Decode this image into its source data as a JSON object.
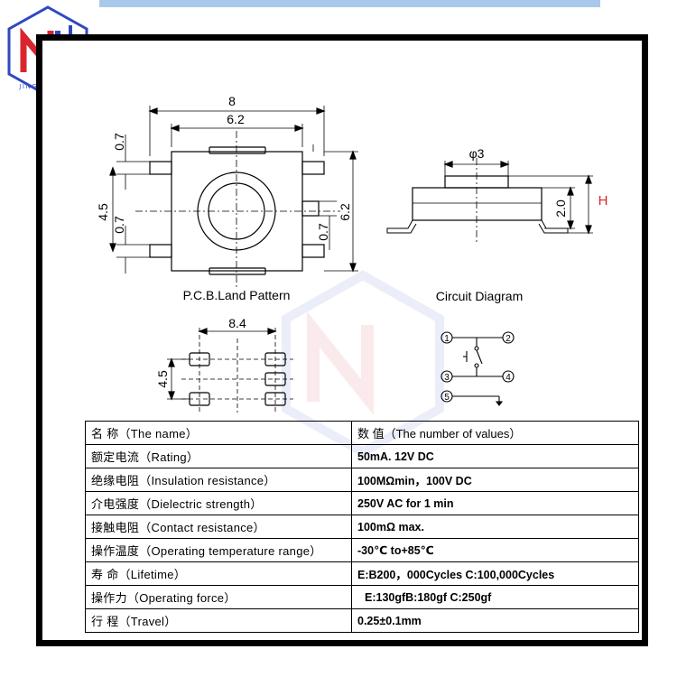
{
  "brand": {
    "name": "JINGERWEIYE",
    "colors": {
      "red": "#d9252e",
      "blue": "#2f47c1"
    }
  },
  "diagram": {
    "pcb_label": "P.C.B.Land Pattern",
    "circuit_label": "Circuit Diagram",
    "dims": {
      "top_width": "8",
      "inner_width": "6.2",
      "pad_top": "0.7",
      "left_height": "4.5",
      "pad_left": "0.7",
      "pad_right": "0.7",
      "right_height": "6.2",
      "side_dia": "φ3",
      "side_height": "2.0",
      "side_H": "H",
      "land_width": "8.4",
      "land_height": "4.5"
    },
    "pins": [
      "1",
      "2",
      "3",
      "4",
      "5"
    ]
  },
  "spec_table": {
    "rows": [
      {
        "name": "名 称（The name）",
        "value": "数 值（The number of values）"
      },
      {
        "name": "额定电流（Rating）",
        "value": "50mA. 12V DC"
      },
      {
        "name": "绝缘电阻（Insulation resistance）",
        "value": "100MΩmin，100V DC"
      },
      {
        "name": "介电强度（Dielectric strength）",
        "value": "250V AC for 1 min"
      },
      {
        "name": "接触电阻（Contact resistance）",
        "value": "100mΩ  max."
      },
      {
        "name": "操作温度（Operating temperature range）",
        "value": "-30℃  to+85℃"
      },
      {
        "name": "寿 命（Lifetime）",
        "value": "E:B200，000Cycles C:100,000Cycles"
      },
      {
        "name": "操作力（Operating force）",
        "value": "E:130gfB:180gf C:250gf"
      },
      {
        "name": "行 程（Travel）",
        "value": "0.25±0.1mm"
      }
    ]
  }
}
